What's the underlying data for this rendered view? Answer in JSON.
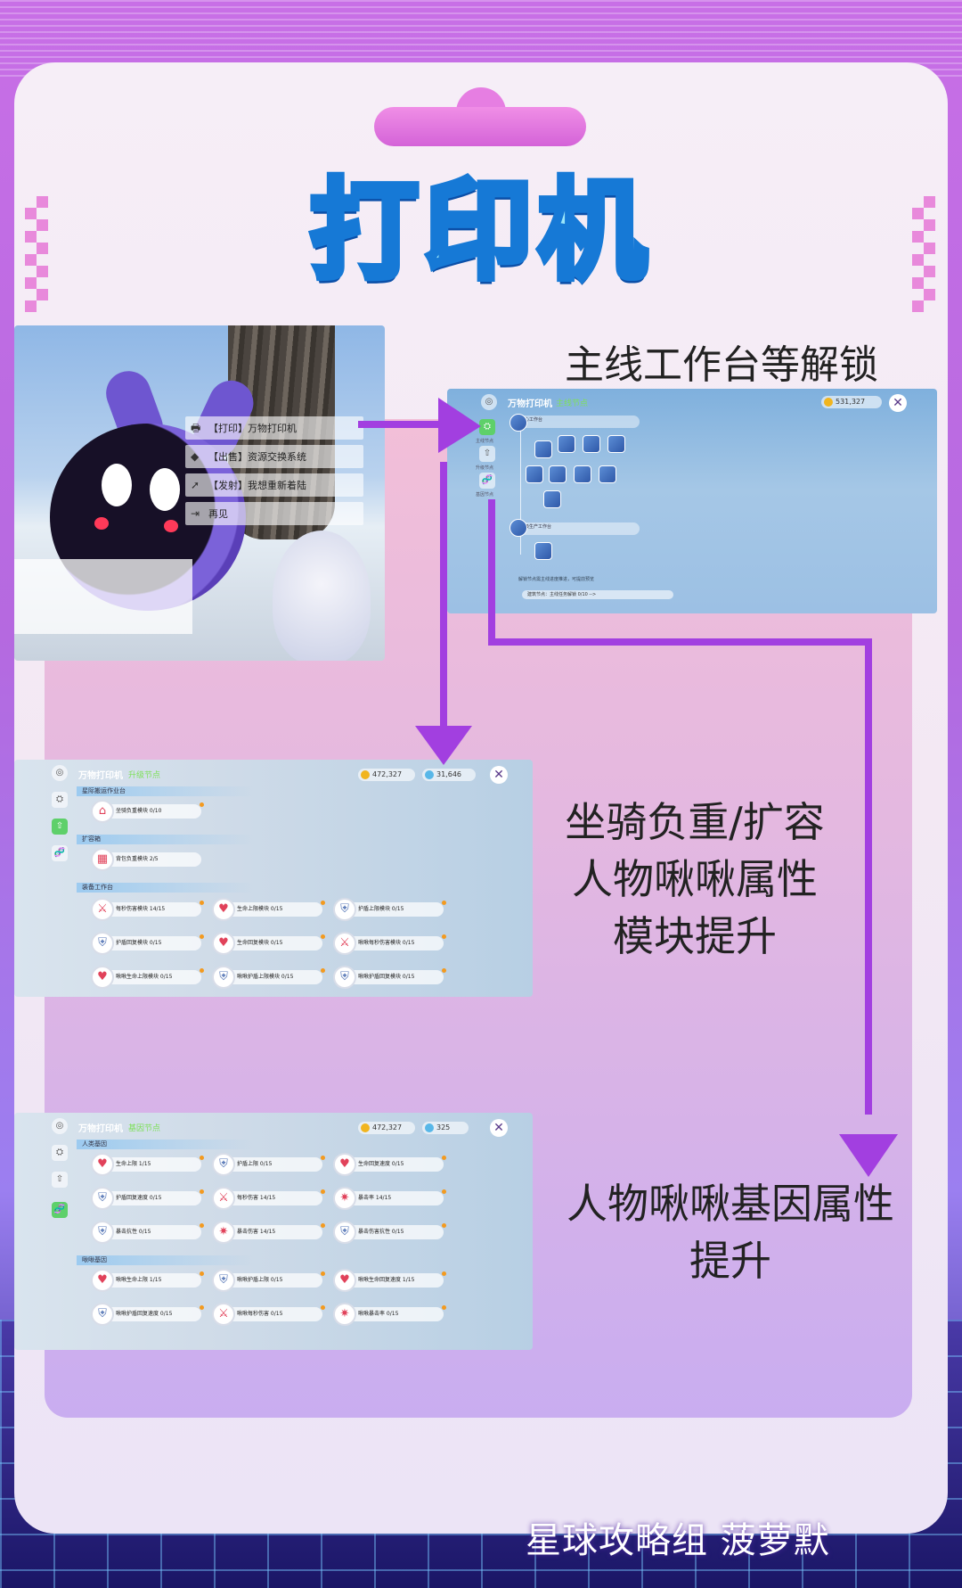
{
  "title": "打印机",
  "captions": {
    "unlock": "主线工作台等解锁",
    "modules_line1": "坐骑负重/扩容",
    "modules_line2": "人物啾啾属性",
    "modules_line3": "模块提升",
    "genes_line1": "人物啾啾基因属性",
    "genes_line2": "提升"
  },
  "game_menu": {
    "items": [
      {
        "label": "【打印】万物打印机",
        "icon": "printer-icon"
      },
      {
        "label": "【出售】资源交换系统",
        "icon": "tag-icon"
      },
      {
        "label": "【发射】我想重新着陆",
        "icon": "rocket-icon"
      },
      {
        "label": "再见",
        "icon": "exit-icon"
      }
    ]
  },
  "ui_main": {
    "title": "万物打印机",
    "subtitle": "主线节点",
    "coins": "531,327",
    "close": "✕",
    "sidebar": [
      "主线节点",
      "升级节点",
      "基因节点"
    ],
    "node_title_1": "核心工作台",
    "node_title_2": "高级生产工作台",
    "footer_note": "解锁节点需主线进度推进，可提前预览",
    "progress": "建筑节点：主线任务解锁 0/10 -->"
  },
  "ui_modules": {
    "title": "万物打印机",
    "subtitle": "升级节点",
    "coins": "472,327",
    "gems": "31,646",
    "close": "✕",
    "sections": [
      "星际搬运作业台",
      "扩容箱",
      "装备工作台"
    ],
    "modules": [
      {
        "label": "坐骑负重模块 0/10",
        "icon": "house-icon"
      },
      {
        "label": "背包负重模块 2/5",
        "icon": "grid-icon"
      },
      {
        "label": "每秒伤害模块 14/15",
        "icon": "sword-icon"
      },
      {
        "label": "生命上限模块 0/15",
        "icon": "heart-icon"
      },
      {
        "label": "护盾上限模块 0/15",
        "icon": "shield-icon"
      },
      {
        "label": "护盾回复模块 0/15",
        "icon": "shield-icon"
      },
      {
        "label": "生命回复模块 0/15",
        "icon": "heart-icon"
      },
      {
        "label": "啾啾每秒伤害模块 0/15",
        "icon": "sword-icon"
      },
      {
        "label": "啾啾生命上限模块 0/15",
        "icon": "heart-icon"
      },
      {
        "label": "啾啾护盾上限模块 0/15",
        "icon": "shield-icon"
      },
      {
        "label": "啾啾护盾回复模块 0/15",
        "icon": "shield-icon"
      }
    ]
  },
  "ui_genes": {
    "title": "万物打印机",
    "subtitle": "基因节点",
    "coins": "472,327",
    "gems": "325",
    "close": "✕",
    "sections": [
      "人类基因",
      "啾啾基因"
    ],
    "genes": [
      {
        "label": "生命上限 1/15",
        "icon": "heart-icon"
      },
      {
        "label": "护盾上限 0/15",
        "icon": "shield-icon"
      },
      {
        "label": "生命回复速度 0/15",
        "icon": "heart-icon"
      },
      {
        "label": "护盾回复速度 0/15",
        "icon": "shield-icon"
      },
      {
        "label": "每秒伤害 14/15",
        "icon": "sword-icon"
      },
      {
        "label": "暴击率 14/15",
        "icon": "crit-icon"
      },
      {
        "label": "暴击抗性 0/15",
        "icon": "shield-icon"
      },
      {
        "label": "暴击伤害 14/15",
        "icon": "crit-icon"
      },
      {
        "label": "暴击伤害抗性 0/15",
        "icon": "shield-icon"
      },
      {
        "label": "啾啾生命上限 1/15",
        "icon": "heart-icon"
      },
      {
        "label": "啾啾护盾上限 0/15",
        "icon": "shield-icon"
      },
      {
        "label": "啾啾生命回复速度 1/15",
        "icon": "heart-icon"
      },
      {
        "label": "啾啾护盾回复速度 0/15",
        "icon": "shield-icon"
      },
      {
        "label": "啾啾每秒伤害 0/15",
        "icon": "sword-icon"
      },
      {
        "label": "啾啾暴击率 0/15",
        "icon": "crit-icon"
      }
    ]
  },
  "watermark": "星球攻略组 菠萝默",
  "colors": {
    "arrow": "#a23fe0",
    "accent": "#1679d6",
    "title_fill": "#9ae6f9"
  }
}
